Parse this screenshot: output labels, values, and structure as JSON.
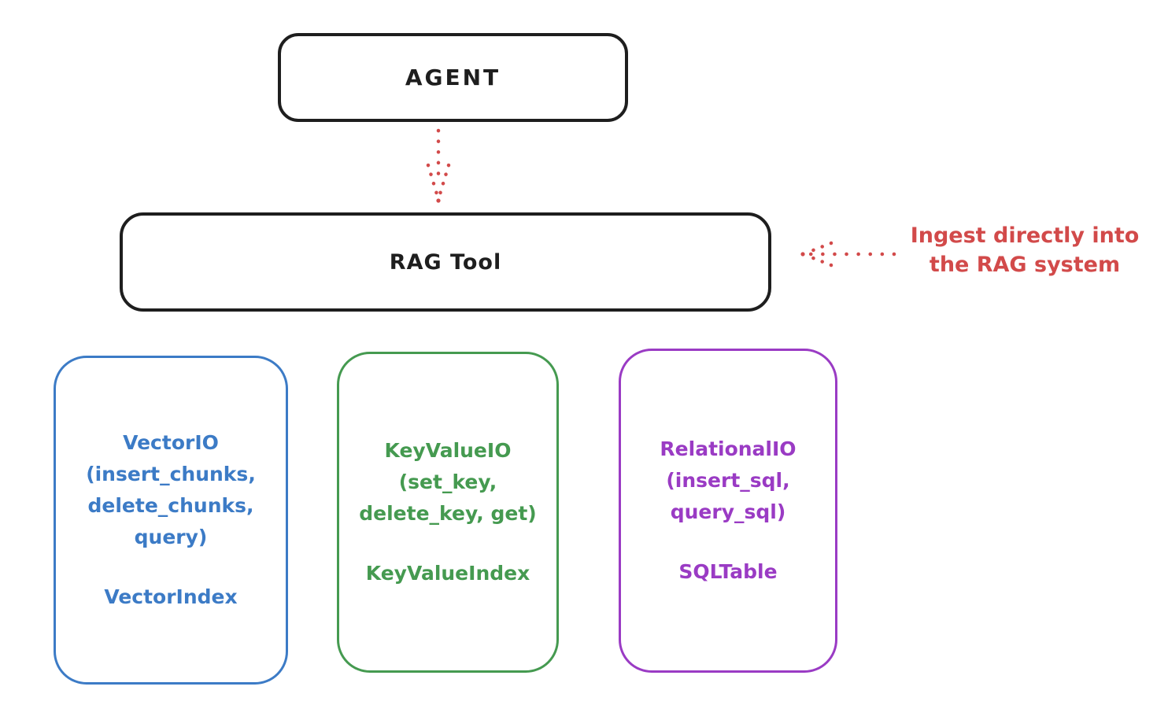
{
  "diagram": {
    "agent_box": {
      "label": "AGENT"
    },
    "rag_tool_box": {
      "label": "RAG Tool"
    },
    "annotation": {
      "line1": "Ingest directly into",
      "line2": "the RAG system"
    },
    "arrows": [
      {
        "name": "agent-to-rag-tool",
        "style": "dotted",
        "direction": "down"
      },
      {
        "name": "annotation-to-rag-tool",
        "style": "dotted",
        "direction": "left"
      }
    ],
    "io_boxes": [
      {
        "name": "vector-io",
        "lines": [
          "VectorIO",
          "(insert_chunks,",
          "delete_chunks,",
          "query)"
        ],
        "index_label": "VectorIndex",
        "color": "#3c7bc6"
      },
      {
        "name": "keyvalue-io",
        "lines": [
          "KeyValueIO",
          "(set_key,",
          "delete_key, get)"
        ],
        "index_label": "KeyValueIndex",
        "color": "#459a50"
      },
      {
        "name": "relational-io",
        "lines": [
          "RelationalIO",
          "(insert_sql,",
          "query_sql)"
        ],
        "index_label": "SQLTable",
        "color": "#9a3bc4"
      }
    ],
    "colors": {
      "outline": "#1e1e1e",
      "accent_red": "#d24a4a",
      "blue": "#3c7bc6",
      "green": "#459a50",
      "purple": "#9a3bc4",
      "background": "#ffffff"
    }
  }
}
